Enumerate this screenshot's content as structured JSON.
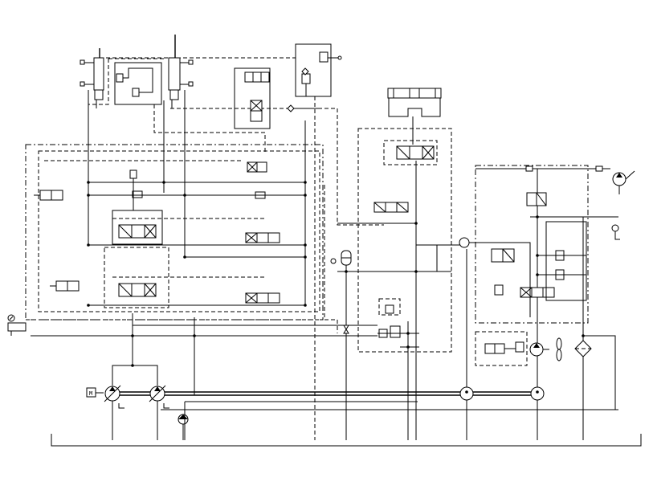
{
  "diagram": {
    "type": "hydraulic-schematic",
    "background": "#ffffff",
    "line_color": "#000000",
    "text_labels": [
      "M"
    ],
    "components": {
      "pumps": 2,
      "motors": 3,
      "cylinders": 3,
      "directional_valves": 12,
      "accumulators": 1,
      "gauges": 2,
      "filters": 1,
      "check_valves": 2
    }
  },
  "icons": {
    "motor": "electric-motor-icon",
    "pump": "variable-pump-icon",
    "cylinder": "cylinder-icon",
    "valve": "directional-valve-icon",
    "gauge": "pressure-gauge-icon",
    "accumulator": "accumulator-icon",
    "filter": "filter-icon",
    "tank": "tank-icon",
    "cooler": "fan-cooler-icon"
  }
}
